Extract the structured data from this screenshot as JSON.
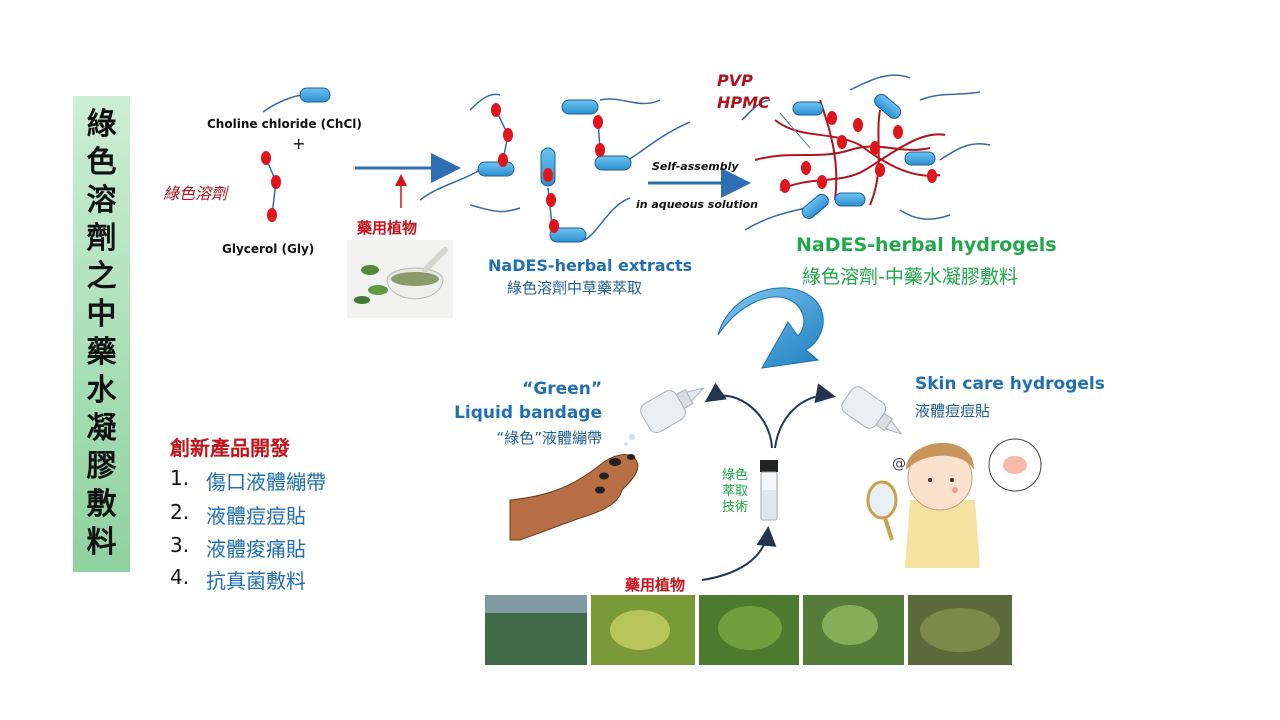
{
  "side_title_chars": [
    "綠",
    "色",
    "溶",
    "劑",
    "之",
    "中",
    "藥",
    "水",
    "凝",
    "膠",
    "敷",
    "料"
  ],
  "reactants": {
    "choline": "Choline chloride (ChCl)",
    "plus": "+",
    "glycerol": "Glycerol (Gly)",
    "green_solvent": "綠色溶劑"
  },
  "plant_label": "藥用植物",
  "extracts": {
    "en": "NaDES-herbal extracts",
    "zh": "綠色溶劑中草藥萃取"
  },
  "polymers": {
    "pvp": "PVP",
    "hpmc": "HPMC"
  },
  "process": {
    "self_assembly": "Self-assembly",
    "aqueous": "in aqueous solution"
  },
  "hydrogels": {
    "en": "NaDES-herbal hydrogels",
    "zh": "綠色溶劑-中藥水凝膠敷料"
  },
  "liquid_bandage": {
    "line1": "“Green”",
    "line2": "Liquid bandage",
    "zh": "“綠色”液體繃帶"
  },
  "skin_care": {
    "en": "Skin care hydrogels",
    "zh": "液體痘痘貼"
  },
  "extraction_tech": [
    "綠色",
    "萃取",
    "技術"
  ],
  "plants_bottom_label": "藥用植物",
  "products": {
    "title": "創新產品開發",
    "items": [
      {
        "num": "1.",
        "text": "傷口液體繃帶"
      },
      {
        "num": "2.",
        "text": "液體痘痘貼"
      },
      {
        "num": "3.",
        "text": "液體痠痛貼"
      },
      {
        "num": "4.",
        "text": "抗真菌敷料"
      }
    ]
  },
  "colors": {
    "banner_green": "#a9dfb7",
    "capsule_blue": "#3aa0de",
    "bead_red": "#e0141c",
    "polymer_red": "#b0141c",
    "text_blue": "#1f6fb2",
    "text_green": "#20a84a",
    "arrow_blue": "#2e6fb4"
  }
}
